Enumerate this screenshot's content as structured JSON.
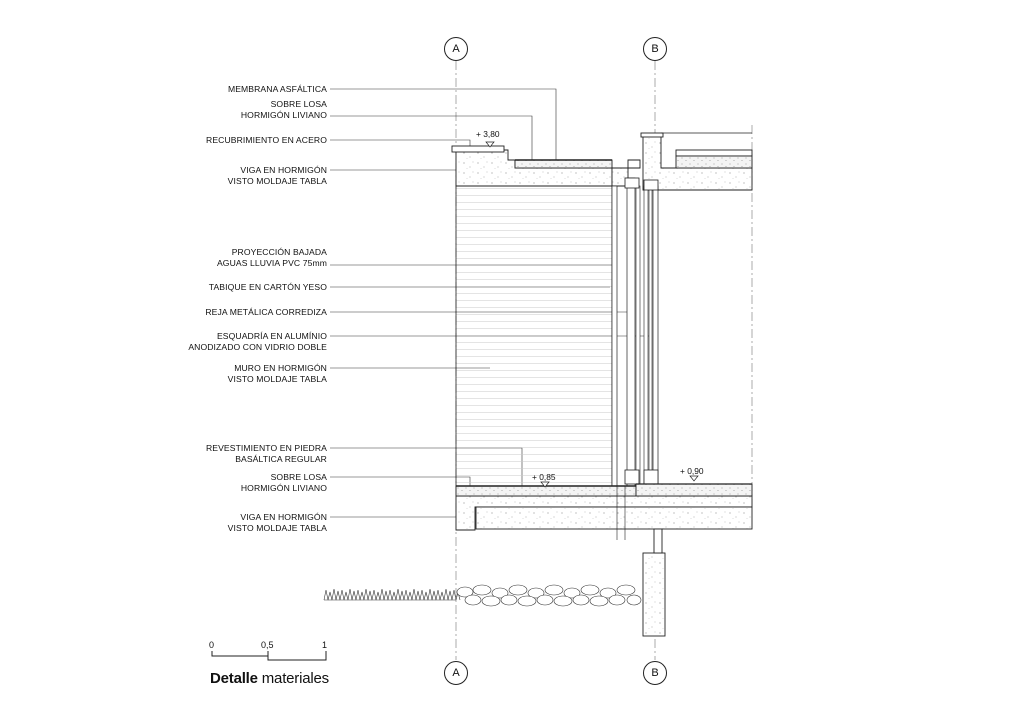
{
  "axes": {
    "a": "A",
    "b": "B"
  },
  "labels": [
    {
      "key": "membrana",
      "lines": [
        "MEMBRANA ASFÁLTICA"
      ]
    },
    {
      "key": "sobre_losa_top",
      "lines": [
        "SOBRE LOSA",
        "HORMIGÓN LIVIANO"
      ]
    },
    {
      "key": "recubrimiento",
      "lines": [
        "RECUBRIMIENTO EN ACERO"
      ]
    },
    {
      "key": "viga_top",
      "lines": [
        "VIGA EN HORMIGÓN",
        "VISTO MOLDAJE TABLA"
      ]
    },
    {
      "key": "proyeccion",
      "lines": [
        "PROYECCIÓN BAJADA",
        "AGUAS LLUVIA PVC 75mm"
      ]
    },
    {
      "key": "tabique",
      "lines": [
        "TABIQUE EN CARTÓN YESO"
      ]
    },
    {
      "key": "reja",
      "lines": [
        "REJA METÁLICA CORREDIZA"
      ]
    },
    {
      "key": "esquadria",
      "lines": [
        "ESQUADRÍA EN ALUMÍNIO",
        "ANODIZADO CON VIDRIO DOBLE"
      ]
    },
    {
      "key": "muro",
      "lines": [
        "MURO EN HORMIGÓN",
        "VISTO MOLDAJE TABLA"
      ]
    },
    {
      "key": "revestimiento",
      "lines": [
        "REVESTIMIENTO EN PIEDRA",
        "BASÁLTICA REGULAR"
      ]
    },
    {
      "key": "sobre_losa_bottom",
      "lines": [
        "SOBRE LOSA",
        "HORMIGÓN LIVIANO"
      ]
    },
    {
      "key": "viga_bottom",
      "lines": [
        "VIGA EN HORMIGÓN",
        "VISTO MOLDAJE TABLA"
      ]
    }
  ],
  "levels": {
    "roof": "+ 3,80",
    "floor": "+ 0,85",
    "exterior": "+ 0,90"
  },
  "scale": {
    "zero": "0",
    "half": "0,5",
    "one": "1"
  },
  "title": {
    "bold": "Detalle",
    "rest": " materiales"
  }
}
